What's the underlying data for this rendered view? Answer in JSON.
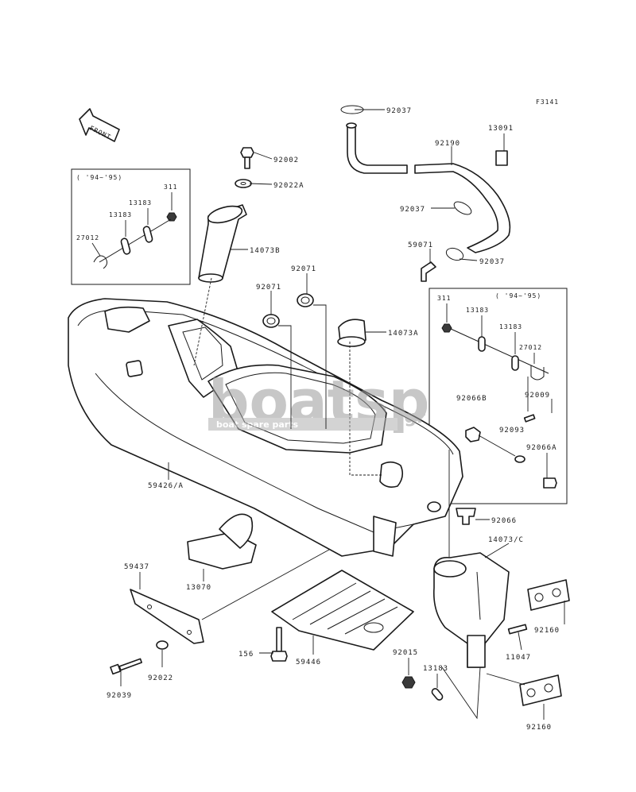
{
  "diagram_code": "F3141",
  "front_label": "FRONT",
  "watermark": {
    "main": "boatsp",
    "suffix": ".gr",
    "tagline": "boat spare parts"
  },
  "inset_left": {
    "years": "( '94~'95)",
    "parts": [
      "311",
      "13183",
      "13183",
      "27012"
    ]
  },
  "inset_right": {
    "years": "( '94~'95)",
    "parts": [
      "311",
      "13183",
      "13183",
      "27012"
    ]
  },
  "labels": {
    "p92037a": "92037",
    "p92190": "92190",
    "p13091": "13091",
    "p92037b": "92037",
    "p59071": "59071",
    "p92037c": "92037",
    "p92002": "92002",
    "p92022a": "92022A",
    "p14073b": "14073B",
    "p92071a": "92071",
    "p92071b": "92071",
    "p14073a": "14073A",
    "p92066b": "92066B",
    "p92009": "92009",
    "p92093": "92093",
    "p92066a": "92066A",
    "p59426": "59426/A",
    "p92066": "92066",
    "p14073c": "14073/C",
    "p59437": "59437",
    "p13070": "13070",
    "p92160a": "92160",
    "p11047": "11047",
    "p156": "156",
    "p59446": "59446",
    "p92015": "92015",
    "p13183": "13183",
    "p92022": "92022",
    "p92039": "92039",
    "p92160b": "92160"
  }
}
